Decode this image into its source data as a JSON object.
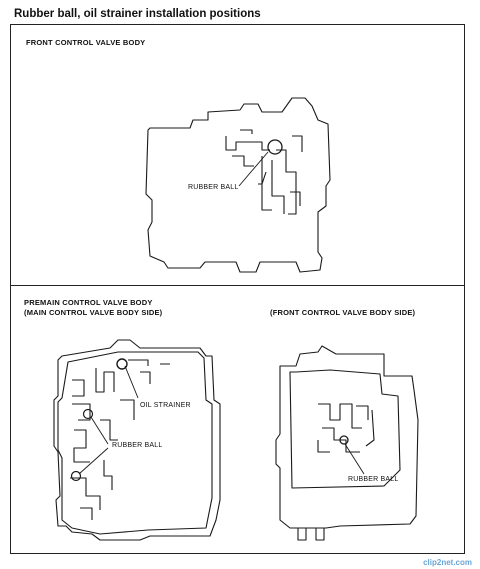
{
  "page": {
    "title": "Rubber ball, oil strainer installation positions"
  },
  "front_section": {
    "heading": "FRONT CONTROL VALVE BODY",
    "callout": "RUBBER BALL"
  },
  "premain_section": {
    "heading_line1": "PREMAIN CONTROL VALVE BODY",
    "heading_line2": "(MAIN CONTROL VALVE BODY SIDE)",
    "callout_strainer": "OIL STRAINER",
    "callout_ball": "RUBBER BALL"
  },
  "front_side_section": {
    "heading": "(FRONT CONTROL VALVE BODY SIDE)",
    "callout": "RUBBER BALL"
  },
  "watermark": "clip2net.com"
}
